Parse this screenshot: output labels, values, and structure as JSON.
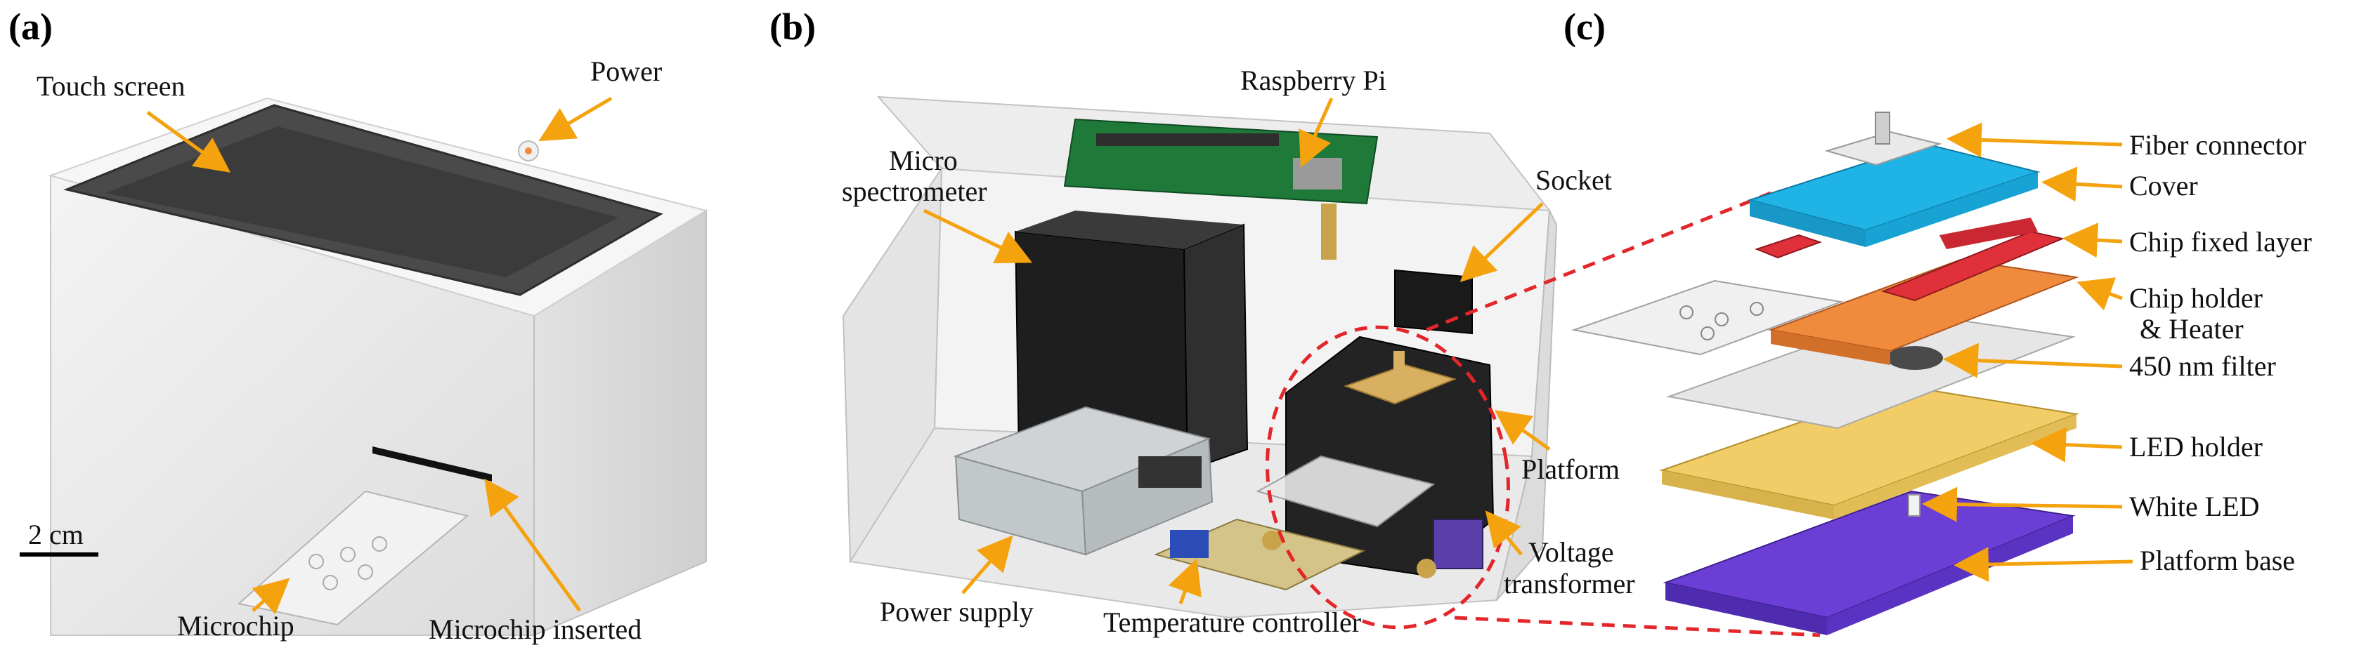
{
  "panels": {
    "a": "(a)",
    "b": "(b)",
    "c": "(c)"
  },
  "panel_a": {
    "touch_screen": "Touch screen",
    "power": "Power",
    "scale_bar": "2 cm",
    "microchip": "Microchip",
    "microchip_inserted": "Microchip inserted"
  },
  "panel_b": {
    "raspberry_pi": "Raspberry Pi",
    "micro_spectrometer_line1": "Micro",
    "micro_spectrometer_line2": "spectrometer",
    "socket": "Socket",
    "platform": "Platform",
    "voltage_transformer_line1": "Voltage",
    "voltage_transformer_line2": "transformer",
    "power_supply": "Power supply",
    "temperature_controller": "Temperature controller"
  },
  "panel_c": {
    "fiber_connector": "Fiber connector",
    "cover": "Cover",
    "chip_fixed_layer": "Chip fixed layer",
    "chip_holder_line1": "Chip holder",
    "chip_holder_line2": "& Heater",
    "filter_450": "450 nm filter",
    "led_holder": "LED holder",
    "white_led": "White LED",
    "platform_base": "Platform base"
  },
  "colors": {
    "arrow": "#f4a20d",
    "dashed_outline": "#e3262a",
    "cover_blue": "#1fb3e6",
    "chip_fixed_red": "#e0303a",
    "chip_holder_orange": "#f08a3c",
    "led_holder_yellow": "#f2cc66",
    "platform_base_purple": "#6b3fd6",
    "filter_gray": "#e6e6e6",
    "device_white": "#ececec",
    "screen_dark": "#4a4a4a"
  }
}
